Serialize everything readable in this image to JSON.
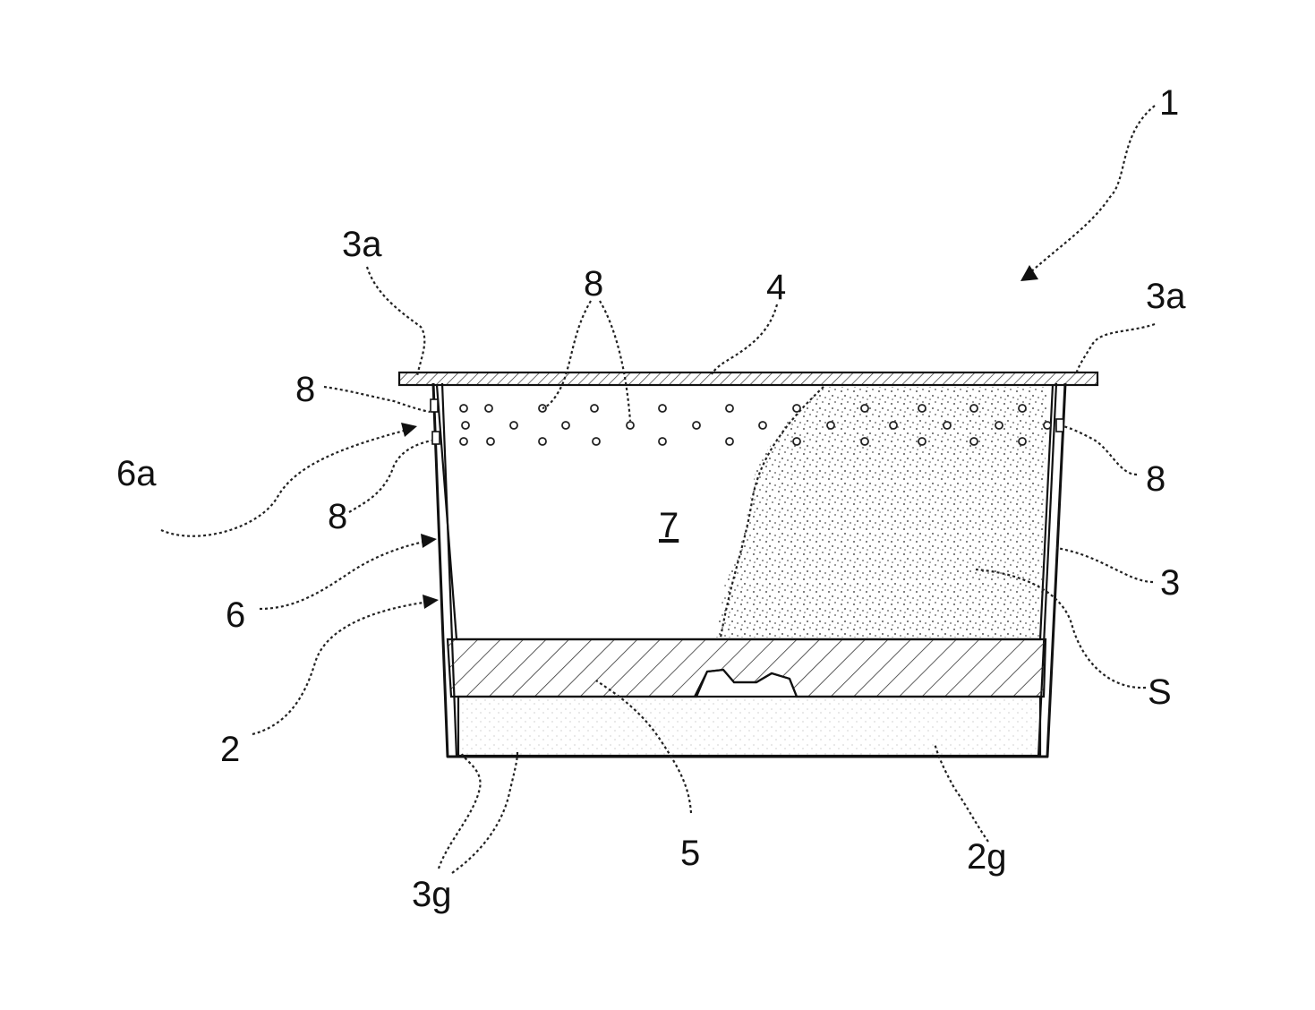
{
  "figure": {
    "labels": {
      "assembly": "1",
      "container": "2",
      "container_bottom": "2g",
      "body": "3",
      "flange_left": "3a",
      "flange_right": "3a",
      "body_bottom": "3g",
      "lid": "4",
      "filter": "5",
      "side_wall": "6",
      "side_wall_gap": "6a",
      "chamber": "7",
      "holes_top": "8",
      "holes_left_upper": "8",
      "holes_left_lower": "8",
      "holes_right": "8",
      "substance": "S"
    },
    "colors": {
      "line": "#111111",
      "hatch": "#333333",
      "stipple": "#555555",
      "background": "#ffffff"
    }
  }
}
